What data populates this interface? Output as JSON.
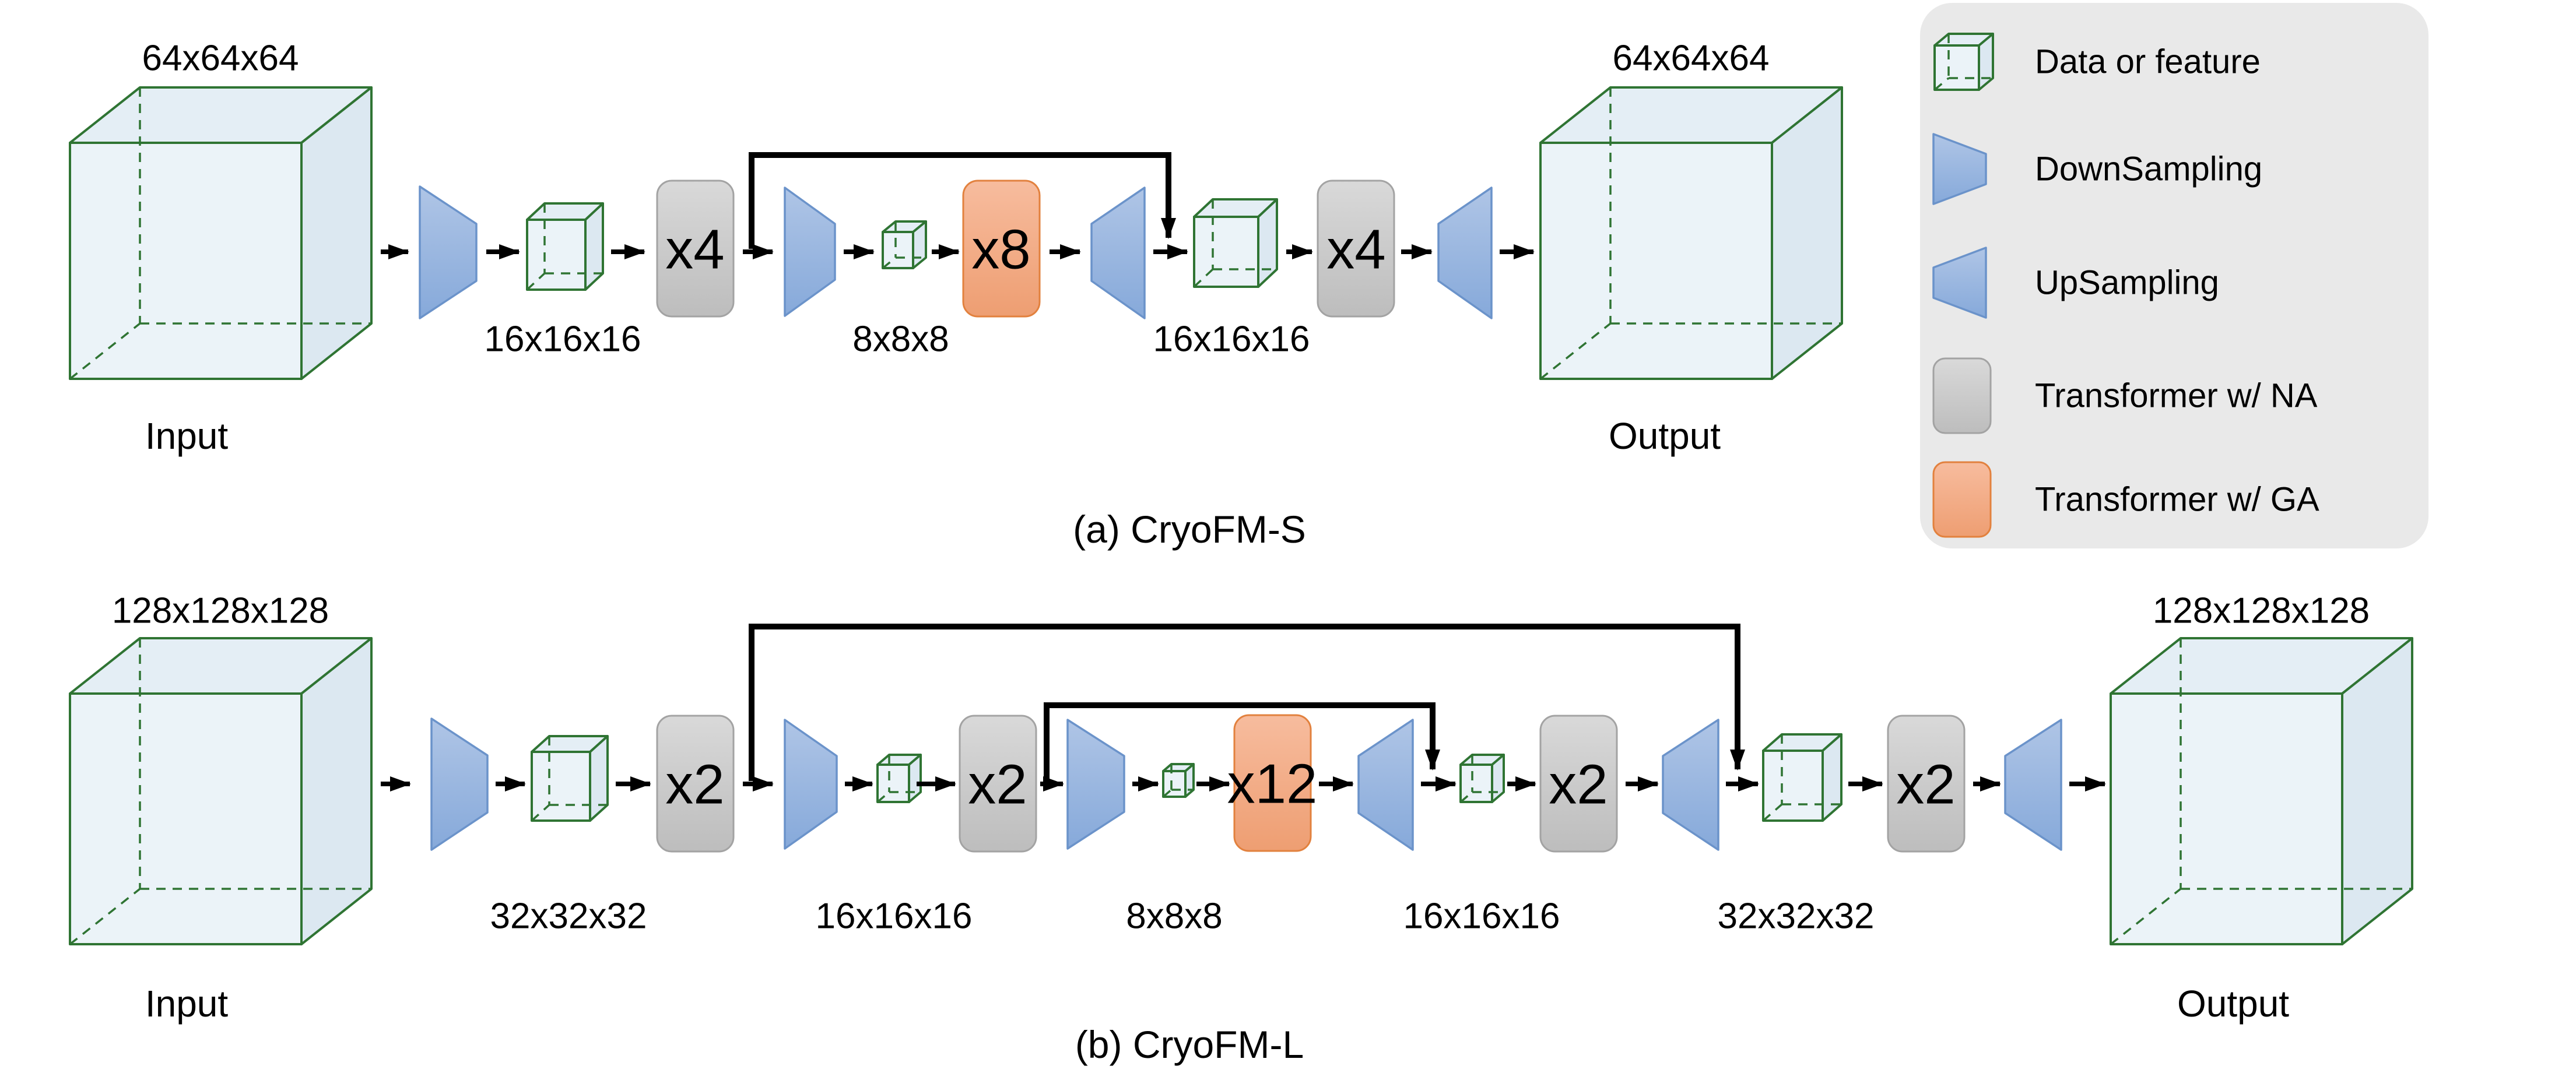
{
  "figure": {
    "type": "neural-network-architecture-diagram",
    "rows": [
      {
        "caption": "(a) CryoFM-S",
        "input": {
          "size": "64x64x64",
          "label": "Input"
        },
        "output": {
          "size": "64x64x64",
          "label": "Output"
        },
        "features": [
          "16x16x16",
          "8x8x8",
          "16x16x16"
        ],
        "blocks": [
          "x4",
          "x8",
          "x4"
        ]
      },
      {
        "caption": "(b) CryoFM-L",
        "input": {
          "size": "128x128x128",
          "label": "Input"
        },
        "output": {
          "size": "128x128x128",
          "label": "Output"
        },
        "features": [
          "32x32x32",
          "16x16x16",
          "8x8x8",
          "16x16x16",
          "32x32x32"
        ],
        "blocks": [
          "x2",
          "x2",
          "x12",
          "x2",
          "x2"
        ]
      }
    ],
    "legend": {
      "items": [
        {
          "icon": "data-cube-icon",
          "label": "Data or feature"
        },
        {
          "icon": "downsampling-icon",
          "label": "DownSampling"
        },
        {
          "icon": "upsampling-icon",
          "label": "UpSampling"
        },
        {
          "icon": "transformer-na-icon",
          "label": "Transformer w/ NA"
        },
        {
          "icon": "transformer-ga-icon",
          "label": "Transformer w/ GA"
        }
      ]
    },
    "palette": {
      "cube_stroke": "#2F7433",
      "cube_face": "#EBF3F8",
      "sampling_fill": "#9AB7E0",
      "sampling_stroke": "#6B93CA",
      "transformer_na_fill": "#C9C9C9",
      "transformer_ga_fill": "#F2A985",
      "legend_background": "#E9E9E9",
      "arrow_color": "#000000"
    }
  }
}
